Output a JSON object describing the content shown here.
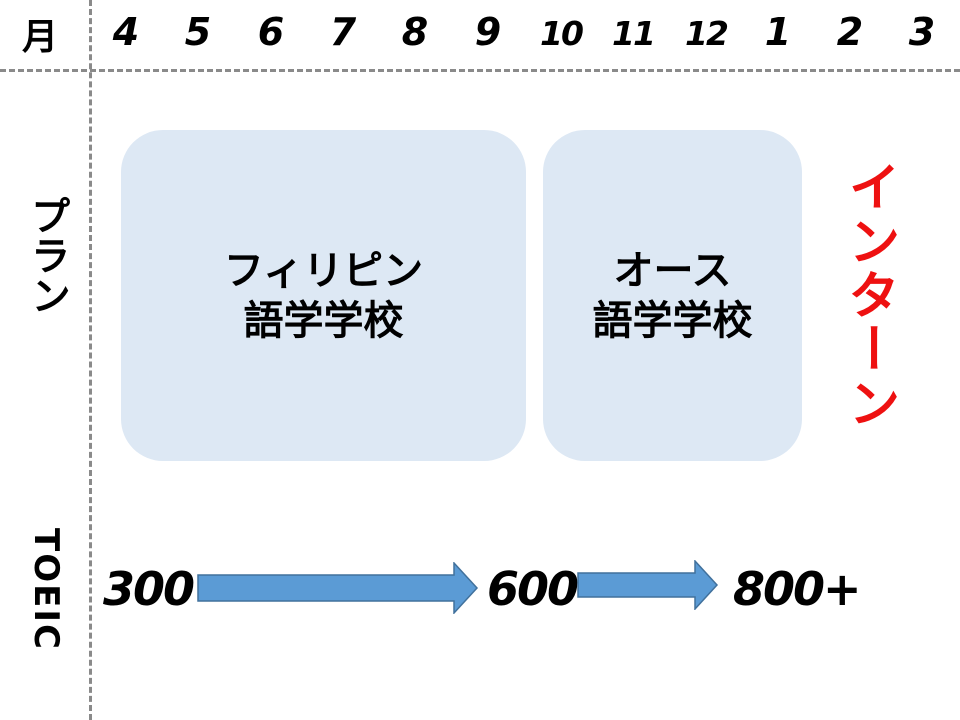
{
  "header": {
    "month_label": "月",
    "months": [
      "4",
      "5",
      "6",
      "7",
      "8",
      "9",
      "10",
      "11",
      "12",
      "1",
      "2",
      "3"
    ]
  },
  "rows": {
    "plan_label": "プラン",
    "toeic_label": "TOEIC"
  },
  "plan": {
    "philippines": {
      "line1": "フィリピン",
      "line2": "語学学校"
    },
    "australia": {
      "line1": "オース",
      "line2": "語学学校"
    },
    "intern": "インターン"
  },
  "toeic": {
    "scores": [
      "300",
      "600",
      "800+"
    ]
  },
  "colors": {
    "box_fill": "#dde8f4",
    "arrow_fill": "#5b9bd5",
    "arrow_stroke": "#41719c",
    "intern_text": "#ee1111",
    "grid_line": "#8a8a8a"
  }
}
